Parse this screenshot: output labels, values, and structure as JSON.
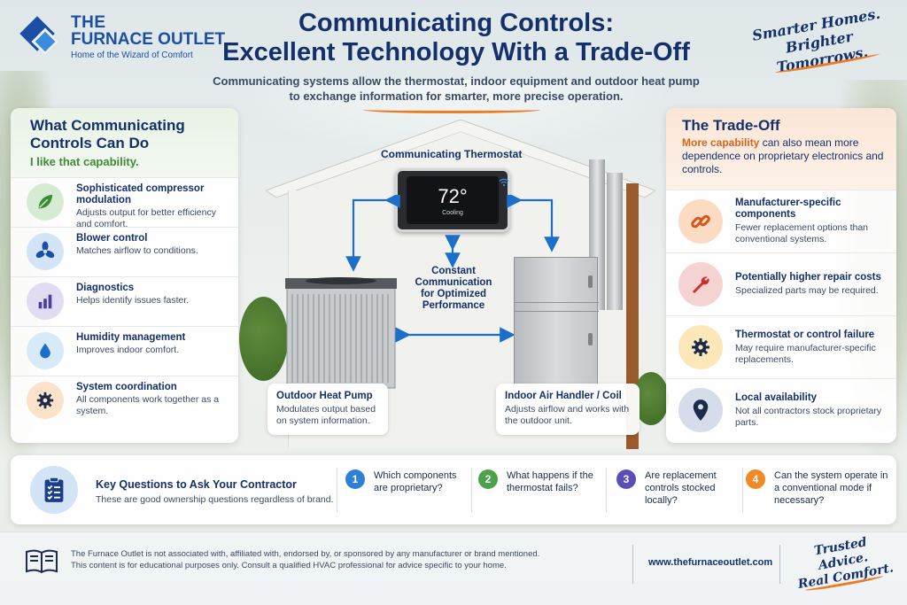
{
  "logo": {
    "line1": "THE",
    "line2": "FURNACE OUTLET",
    "tagline": "Home of the Wizard of Comfort"
  },
  "header": {
    "title_line1": "Communicating Controls:",
    "title_line2": "Excellent Technology With a Trade-Off",
    "subtitle_line1": "Communicating systems allow the thermostat, indoor equipment and outdoor heat pump",
    "subtitle_line2": "to exchange information for smarter, more precise operation.",
    "slogan_line1": "Smarter Homes.",
    "slogan_line2": "Brighter Tomorrows."
  },
  "left_panel": {
    "title_line1": "What Communicating",
    "title_line2": "Controls Can Do",
    "subtitle": "I like that capability.",
    "items": [
      {
        "title": "Sophisticated compressor modulation",
        "desc": "Adjusts output for better efficiency and comfort.",
        "icon": "leaf-icon"
      },
      {
        "title": "Blower control",
        "desc": "Matches airflow to conditions.",
        "icon": "fan-icon"
      },
      {
        "title": "Diagnostics",
        "desc": "Helps identify issues faster.",
        "icon": "bar-chart-icon"
      },
      {
        "title": "Humidity management",
        "desc": "Improves indoor comfort.",
        "icon": "water-drop-icon"
      },
      {
        "title": "System coordination",
        "desc": "All components work together as a system.",
        "icon": "gear-icon"
      }
    ]
  },
  "right_panel": {
    "title": "The Trade-Off",
    "desc_bold": "More capability",
    "desc_rest": " can also mean more dependence on proprietary electronics and controls.",
    "items": [
      {
        "title": "Manufacturer-specific components",
        "desc": "Fewer replacement options than conventional systems.",
        "icon": "chain-link-icon"
      },
      {
        "title": "Potentially higher repair costs",
        "desc": "Specialized parts may be required.",
        "icon": "wrench-icon"
      },
      {
        "title": "Thermostat or control failure",
        "desc": "May require manufacturer-specific replacements.",
        "icon": "gear-icon"
      },
      {
        "title": "Local availability",
        "desc": "Not all contractors stock proprietary parts.",
        "icon": "location-pin-icon"
      }
    ]
  },
  "diagram": {
    "thermostat_label": "Communicating Thermostat",
    "thermostat_temp": "72°",
    "thermostat_mode": "Cooling",
    "comm_line1": "Constant",
    "comm_line2": "Communication",
    "comm_line3": "for Optimized",
    "comm_line4": "Performance",
    "heat_pump_title": "Outdoor Heat Pump",
    "heat_pump_desc": "Modulates output based on system information.",
    "air_handler_title": "Indoor Air Handler / Coil",
    "air_handler_desc": "Adjusts airflow and works with the outdoor unit."
  },
  "questions": {
    "title": "Key Questions to Ask Your Contractor",
    "subtitle": "These are good ownership questions regardless of brand.",
    "items": [
      {
        "num": "1",
        "text": "Which components are proprietary?",
        "color": "#2f7fd6"
      },
      {
        "num": "2",
        "text": "What happens if the thermostat fails?",
        "color": "#4aa34a"
      },
      {
        "num": "3",
        "text": "Are replacement controls stocked locally?",
        "color": "#5a4fb8"
      },
      {
        "num": "4",
        "text": "Can the system operate in a conventional mode if necessary?",
        "color": "#f08a24"
      }
    ]
  },
  "footer": {
    "disclaimer_line1": "The Furnace Outlet is not associated with, affiliated with, endorsed by, or sponsored by any manufacturer or brand mentioned.",
    "disclaimer_line2": "This content is for educational purposes only. Consult a qualified HVAC professional for advice specific to your home.",
    "url": "www.thefurnaceoutlet.com",
    "slogan_line1": "Trusted Advice.",
    "slogan_line2": "Real Comfort."
  },
  "colors": {
    "navy": "#14306b",
    "brand_blue": "#1b4fa3",
    "accent_orange": "#f07a1e",
    "green": "#3e8a36"
  }
}
